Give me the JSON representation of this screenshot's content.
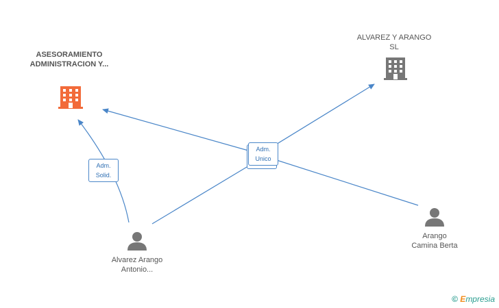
{
  "nodes": {
    "company_main": {
      "label": "ASESORAMIENTO ADMINISTRACION Y...",
      "color": "#f26b3a"
    },
    "company_other": {
      "label": "ALVAREZ Y ARANGO SL",
      "color": "#777777"
    },
    "person_alvarez": {
      "label": "Alvarez Arango Antonio..."
    },
    "person_arango": {
      "label": "Arango Camina Berta"
    }
  },
  "edges": {
    "adm_solid": {
      "label1": "Adm.",
      "label2": "Solid."
    },
    "adm_unico": {
      "label1": "Adm.",
      "label2": "Unico"
    }
  },
  "colors": {
    "edge": "#4a86c8",
    "person": "#777777"
  },
  "footer": {
    "copyright": "©",
    "brand_e": "E",
    "brand_rest": "mpresia"
  }
}
